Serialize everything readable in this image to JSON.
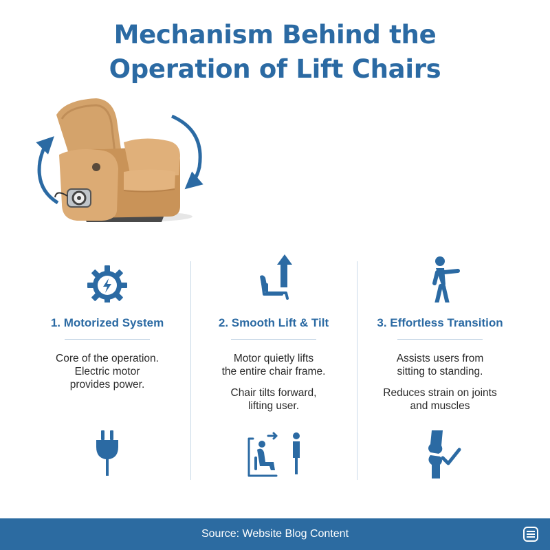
{
  "title": {
    "line1": "Mechanism Behind the",
    "line2": "Operation of Lift Chairs"
  },
  "steps": [
    {
      "heading": "1. Motorized System",
      "text": [
        "Core of the operation.",
        "Electric motor",
        "provides power."
      ],
      "icon": "gear-lightning-icon",
      "bottom_icon": "power-plug-icon"
    },
    {
      "heading": "2. Smooth Lift & Tilt",
      "text1": [
        "Motor quietly lifts",
        "the entire chair frame."
      ],
      "text2": [
        "Chair tilts forward,",
        "lifting user."
      ],
      "icon": "chair-lift-arrow-icon",
      "bottom_icon": "sit-to-stand-icon"
    },
    {
      "heading": "3. Effortless Transition",
      "text1": [
        "Assists users from",
        "sitting to standing."
      ],
      "text2": [
        "Reduces strain on joints",
        "and muscles"
      ],
      "icon": "walking-person-icon",
      "bottom_icon": "knee-joint-check-icon"
    }
  ],
  "footer": {
    "source": "Source: Website Blog Content",
    "icon": "document-list-icon"
  },
  "colors": {
    "accent": "#2b6aa3",
    "footer_bg": "#2c6ba1",
    "chair": "#d4a36b",
    "divider": "#c9d9e8"
  }
}
